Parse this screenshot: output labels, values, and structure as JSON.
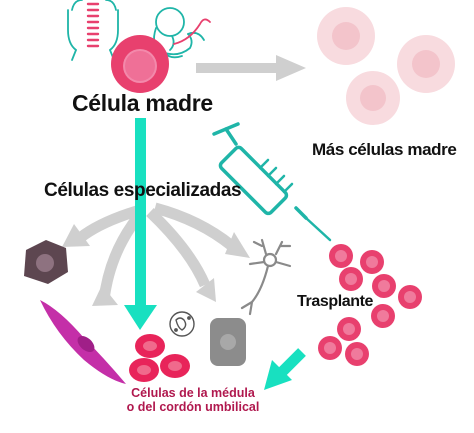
{
  "labels": {
    "stem_cell": "Célula madre",
    "more_stem_cells": "Más células madre",
    "specialized_cells": "Células especializadas",
    "transplant": "Trasplante",
    "marrow_cells_line1": "Células de la médula",
    "marrow_cells_line2": "o del cordón umbilical"
  },
  "icons": {
    "embryo": "embryo-icon",
    "spine": "spine-icon",
    "syringe": "syringe-icon",
    "neuron": "neuron-icon",
    "white_blood_cell": "white-blood-cell-icon"
  },
  "colors": {
    "teal_arrow": "#18e0c0",
    "gray_arrow": "#cfcfcf",
    "stem_cell": "#e8406e",
    "pale_cells": "#f8d8dd",
    "red_cells": "#e8245a",
    "bottom_text": "#b0184e",
    "outline": "#1fb5a8"
  }
}
